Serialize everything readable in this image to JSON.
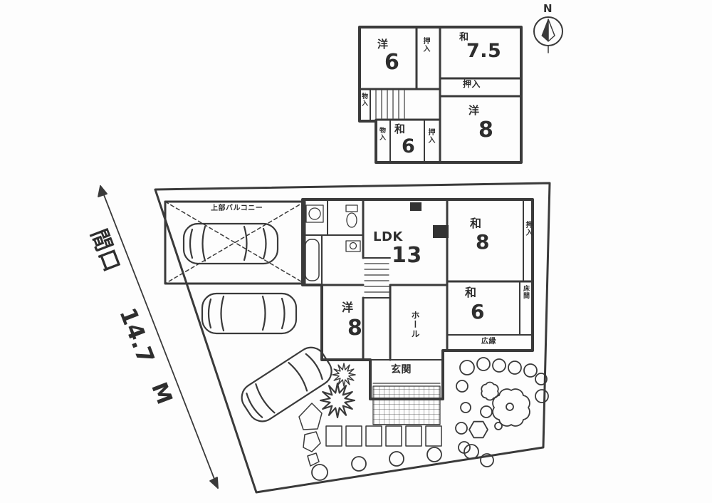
{
  "compass": {
    "north": "N"
  },
  "frontage": {
    "kanji": "間口",
    "value": "14.7",
    "unit": "M"
  },
  "floor2": {
    "yo6": {
      "name": "洋",
      "size": "6"
    },
    "oshiire_top": "押入",
    "wa75": {
      "name": "和",
      "size": "7.5"
    },
    "oshiire_mid": "押入",
    "yo8": {
      "name": "洋",
      "size": "8"
    },
    "wa6": {
      "name": "和",
      "size": "6"
    },
    "monoire_a": "物入",
    "monoire_b": "物入",
    "oshiire_low": "押入"
  },
  "floor1": {
    "balcony": "上部バルコニー",
    "ldk": {
      "name": "LDK",
      "size": "13"
    },
    "wa8": {
      "name": "和",
      "size": "8"
    },
    "wa8_closet": "押入",
    "wa6": {
      "name": "和",
      "size": "6"
    },
    "tokonoma": "床間",
    "engawa": "広縁",
    "yo8": {
      "name": "洋",
      "size": "8"
    },
    "hall": "ホール",
    "genkan": "玄関"
  }
}
